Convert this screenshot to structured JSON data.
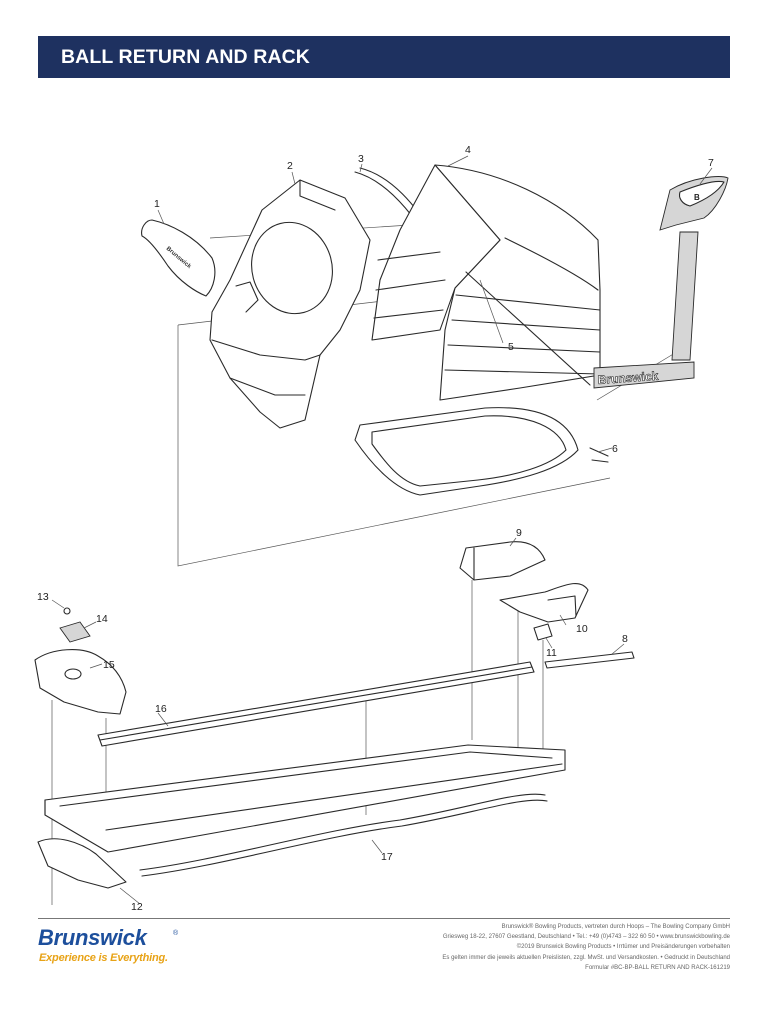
{
  "header": {
    "title": "BALL RETURN AND RACK"
  },
  "diagram": {
    "callouts": [
      "1",
      "2",
      "3",
      "4",
      "5",
      "6",
      "7",
      "8",
      "9",
      "10",
      "11",
      "12",
      "13",
      "14",
      "15",
      "16",
      "17"
    ],
    "nameplate_text": "Brunswick",
    "emblem_text": "B"
  },
  "footer": {
    "logo_text": "Brunswick",
    "logo_reg": "®",
    "tagline": "Experience is Everything.",
    "lines": [
      "Brunswick® Bowling Products, vertreten durch Hoops – The Bowling Company GmbH",
      "Griesweg 18-22, 27607 Geestland, Deutschland • Tel.: +49 (0)4743 – 322 60 50 • www.brunswickbowling.de",
      "©2019 Brunswick Bowling Products • Irrtümer und Preisänderungen vorbehalten",
      "Es gelten immer die jeweils aktuellen Preislisten, zzgl. MwSt. und Versandkosten. • Gedruckt in Deutschland",
      "Formular #BC-BP-BALL RETURN AND RACK-161219"
    ]
  },
  "colors": {
    "header_bg": "#1e3160",
    "logo_blue": "#1d4f9c",
    "logo_orange": "#e8a317"
  }
}
